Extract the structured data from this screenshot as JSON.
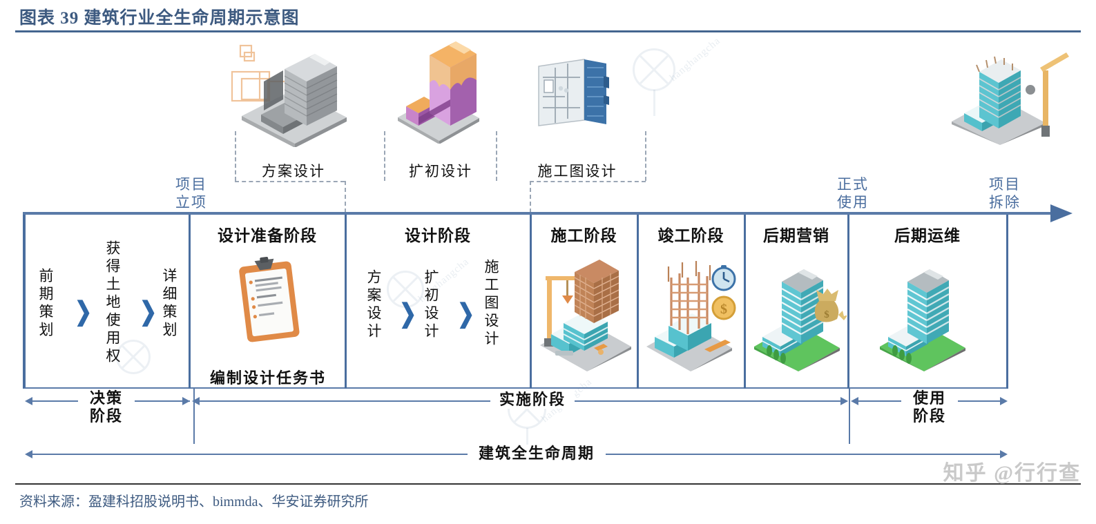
{
  "header": {
    "figure_label": "图表 39",
    "title": "建筑行业全生命周期示意图",
    "full_title": "图表 39  建筑行业全生命周期示意图"
  },
  "footer": {
    "source": "资料来源：盈建科招股说明书、bimmda、华安证券研究所",
    "watermark": "知乎 @行行查"
  },
  "top_illustrations": [
    {
      "caption": "方案设计",
      "icon": "isometric-tower-grey-icon"
    },
    {
      "caption": "扩初设计",
      "icon": "isometric-tower-orange-purple-icon"
    },
    {
      "caption": "施工图设计",
      "icon": "blueprint-drawing-icon"
    }
  ],
  "callouts": [
    {
      "id": "project-initiation",
      "line1": "项目",
      "line2": "立项"
    },
    {
      "id": "official-use",
      "line1": "正式",
      "line2": "使用"
    },
    {
      "id": "project-demolition",
      "line1": "项目",
      "line2": "拆除"
    }
  ],
  "stages": [
    {
      "id": "design-prep",
      "label": "设计准备阶段"
    },
    {
      "id": "design",
      "label": "设计阶段"
    },
    {
      "id": "construction",
      "label": "施工阶段"
    },
    {
      "id": "completion",
      "label": "竣工阶段"
    },
    {
      "id": "post-marketing",
      "label": "后期营销"
    },
    {
      "id": "post-operation",
      "label": "后期运维"
    }
  ],
  "decision_steps": [
    {
      "id": "early-planning",
      "label": "前期策划"
    },
    {
      "id": "acquire-land-rights",
      "label": "获得土地使用权"
    },
    {
      "id": "detailed-planning",
      "label": "详细策划"
    }
  ],
  "design_prep": {
    "icon": "clipboard-checklist-icon",
    "caption": "编制设计任务书"
  },
  "design_steps": [
    {
      "id": "scheme-design",
      "label": "方案设计"
    },
    {
      "id": "preliminary-design",
      "label": "扩初设计"
    },
    {
      "id": "construction-drawing-design",
      "label": "施工图设计"
    }
  ],
  "stage_illustrations": [
    {
      "id": "construction-illus",
      "icon": "crane-building-under-construction-icon"
    },
    {
      "id": "completion-illus",
      "icon": "scaffold-building-clock-coin-icon"
    },
    {
      "id": "marketing-illus",
      "icon": "finished-tower-money-bag-icon"
    },
    {
      "id": "operation-illus",
      "icon": "finished-tower-green-lawn-icon"
    },
    {
      "id": "demolition-illus",
      "icon": "crane-demolition-tower-icon"
    }
  ],
  "brackets": [
    {
      "id": "decision-phase",
      "line1": "决策",
      "line2": "阶段"
    },
    {
      "id": "implementation-phase",
      "line1": "实施阶段",
      "line2": ""
    },
    {
      "id": "use-phase",
      "line1": "使用",
      "line2": "阶段"
    }
  ],
  "lifecycle_bracket": {
    "id": "full-lifecycle",
    "label": "建筑全生命周期"
  },
  "colors": {
    "title_blue": "#3d5a80",
    "accent_blue": "#4a6e9f",
    "callout_blue": "#4a6d9e",
    "line_blue": "#5a7aa8",
    "chevron_blue": "#2f68a8",
    "text_black": "#111111",
    "dash_grey": "#9aa6b5"
  }
}
